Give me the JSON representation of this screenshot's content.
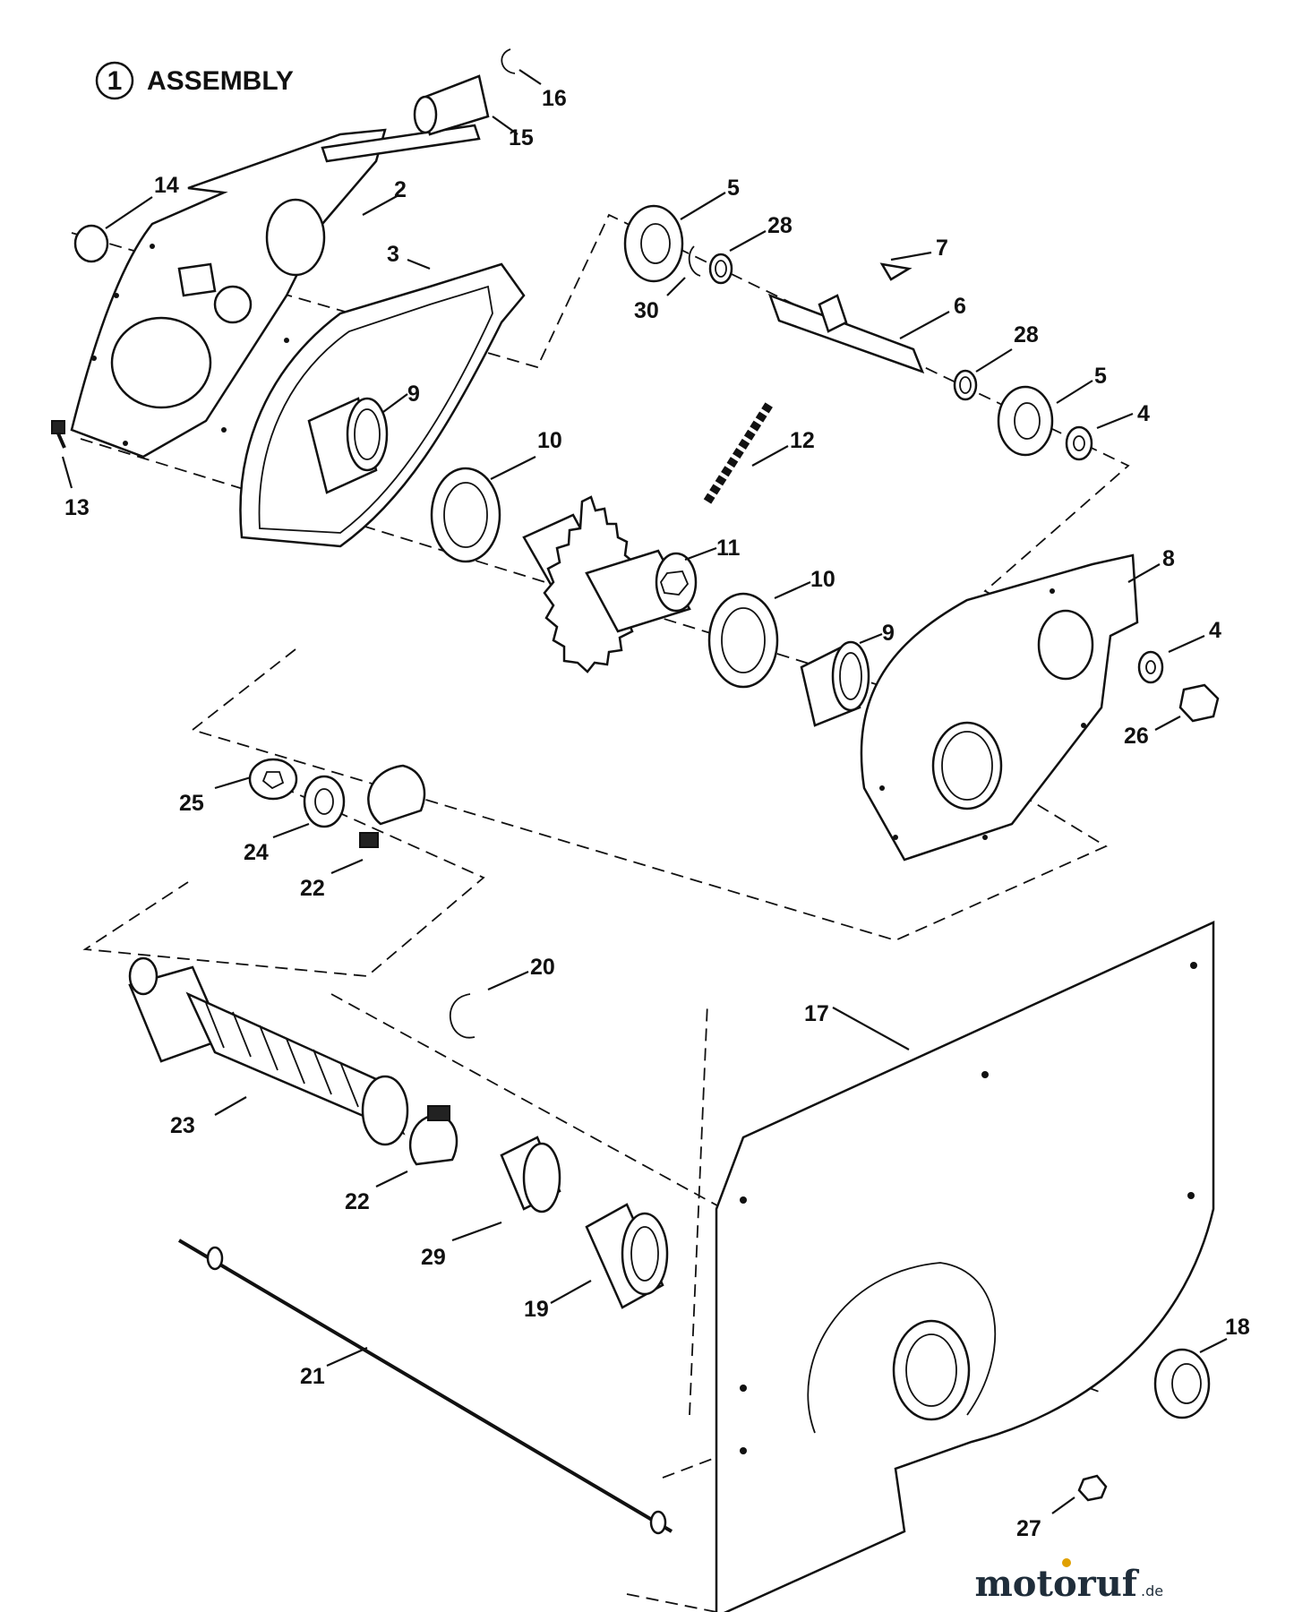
{
  "title": {
    "callout_number": "1",
    "text": "ASSEMBLY"
  },
  "part_labels": [
    "2",
    "3",
    "4",
    "4",
    "5",
    "5",
    "6",
    "7",
    "8",
    "9",
    "9",
    "10",
    "10",
    "11",
    "12",
    "13",
    "14",
    "15",
    "16",
    "17",
    "18",
    "19",
    "20",
    "21",
    "22",
    "22",
    "23",
    "24",
    "25",
    "26",
    "27",
    "28",
    "28",
    "29",
    "30"
  ],
  "watermark": {
    "text": "motoruf",
    "suffix": ".de",
    "accent_color": "#e0a000"
  },
  "colors": {
    "line": "#111111",
    "background": "#ffffff"
  }
}
